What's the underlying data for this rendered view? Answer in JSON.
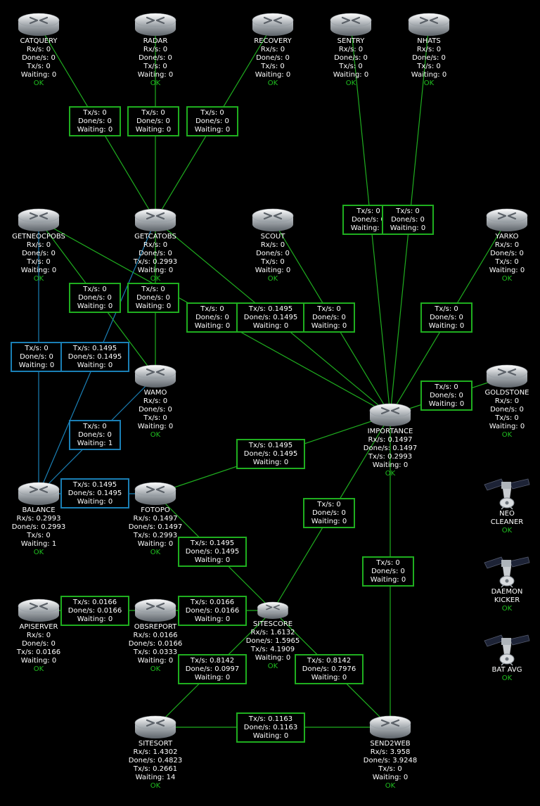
{
  "colors": {
    "link_green": "#1fae1f",
    "link_blue": "#1a7fb5",
    "ok": "#20c020"
  },
  "nodes": [
    {
      "id": "catquery",
      "name": "CATQUERY",
      "lines": [
        "Rx/s: 0",
        "Done/s: 0",
        "Tx/s: 0",
        "Waiting: 0"
      ],
      "status": "OK",
      "icon": "router-icon"
    },
    {
      "id": "radar",
      "name": "RADAR",
      "lines": [
        "Rx/s: 0",
        "Done/s: 0",
        "Tx/s: 0",
        "Waiting: 0"
      ],
      "status": "OK",
      "icon": "router-icon"
    },
    {
      "id": "recovery",
      "name": "RECOVERY",
      "lines": [
        "Rx/s: 0",
        "Done/s: 0",
        "Tx/s: 0",
        "Waiting: 0"
      ],
      "status": "OK",
      "icon": "router-icon"
    },
    {
      "id": "sentry",
      "name": "SENTRY",
      "lines": [
        "Rx/s: 0",
        "Done/s: 0",
        "Tx/s: 0",
        "Waiting: 0"
      ],
      "status": "OK",
      "icon": "router-icon"
    },
    {
      "id": "nhats",
      "name": "NHATS",
      "lines": [
        "Rx/s: 0",
        "Done/s: 0",
        "Tx/s: 0",
        "Waiting: 0"
      ],
      "status": "OK",
      "icon": "router-icon"
    },
    {
      "id": "getneocpobs",
      "name": "GETNEOCPOBS",
      "lines": [
        "Rx/s: 0",
        "Done/s: 0",
        "Tx/s: 0",
        "Waiting: 0"
      ],
      "status": "OK",
      "icon": "router-icon"
    },
    {
      "id": "getcatobs",
      "name": "GETCATOBS",
      "lines": [
        "Rx/s: 0",
        "Done/s: 0",
        "Tx/s: 0.2993",
        "Waiting: 0"
      ],
      "status": "OK",
      "icon": "router-icon"
    },
    {
      "id": "scout",
      "name": "SCOUT",
      "lines": [
        "Rx/s: 0",
        "Done/s: 0",
        "Tx/s: 0",
        "Waiting: 0"
      ],
      "status": "OK",
      "icon": "router-icon"
    },
    {
      "id": "yarko",
      "name": "YARKO",
      "lines": [
        "Rx/s: 0",
        "Done/s: 0",
        "Tx/s: 0",
        "Waiting: 0"
      ],
      "status": "OK",
      "icon": "router-icon"
    },
    {
      "id": "wamo",
      "name": "WAMO",
      "lines": [
        "Rx/s: 0",
        "Done/s: 0",
        "Tx/s: 0",
        "Waiting: 0"
      ],
      "status": "OK",
      "icon": "router-icon"
    },
    {
      "id": "goldstone",
      "name": "GOLDSTONE",
      "lines": [
        "Rx/s: 0",
        "Done/s: 0",
        "Tx/s: 0",
        "Waiting: 0"
      ],
      "status": "OK",
      "icon": "router-icon"
    },
    {
      "id": "importance",
      "name": "IMPORTANCE",
      "lines": [
        "Rx/s: 0.1497",
        "Done/s: 0.1497",
        "Tx/s: 0.2993",
        "Waiting: 0"
      ],
      "status": "OK",
      "icon": "router-icon"
    },
    {
      "id": "balance",
      "name": "BALANCE",
      "lines": [
        "Rx/s: 0.2993",
        "Done/s: 0.2993",
        "Tx/s: 0",
        "Waiting: 1"
      ],
      "status": "OK",
      "icon": "router-icon"
    },
    {
      "id": "fotopo",
      "name": "FOTOPO",
      "lines": [
        "Rx/s: 0.1497",
        "Done/s: 0.1497",
        "Tx/s: 0.2993",
        "Waiting: 0"
      ],
      "status": "OK",
      "icon": "router-icon"
    },
    {
      "id": "neocleaner",
      "name": "NEO\nCLEANER",
      "lines": [],
      "status": "OK",
      "icon": "satellite-icon"
    },
    {
      "id": "daemonkicker",
      "name": "DAEMON\nKICKER",
      "lines": [],
      "status": "OK",
      "icon": "satellite-icon"
    },
    {
      "id": "apiserver",
      "name": "APISERVER",
      "lines": [
        "Rx/s: 0",
        "Done/s: 0",
        "Tx/s: 0.0166",
        "Waiting: 0"
      ],
      "status": "OK",
      "icon": "router-icon"
    },
    {
      "id": "obsreport",
      "name": "OBSREPORT",
      "lines": [
        "Rx/s: 0.0166",
        "Done/s: 0.0166",
        "Tx/s: 0.0333",
        "Waiting: 0"
      ],
      "status": "OK",
      "icon": "router-icon"
    },
    {
      "id": "sitescore",
      "name": "SITESCORE",
      "lines": [
        "Rx/s: 1.6132",
        "Done/s: 1.5965",
        "Tx/s: 4.1909",
        "Waiting: 0"
      ],
      "status": "OK",
      "icon": "router-icon"
    },
    {
      "id": "batavg",
      "name": "BAT AVG",
      "lines": [],
      "status": "OK",
      "icon": "satellite-icon"
    },
    {
      "id": "sitesort",
      "name": "SITESORT",
      "lines": [
        "Rx/s: 1.4302",
        "Done/s: 0.4823",
        "Tx/s: 0.2661",
        "Waiting: 14"
      ],
      "status": "OK",
      "icon": "router-icon"
    },
    {
      "id": "send2web",
      "name": "SEND2WEB",
      "lines": [
        "Rx/s: 3.958",
        "Done/s: 3.9248",
        "Tx/s: 0",
        "Waiting: 0"
      ],
      "status": "OK",
      "icon": "router-icon"
    }
  ],
  "links": [
    {
      "from": "catquery",
      "to": "getcatobs",
      "color": "green",
      "lines": [
        "Tx/s: 0",
        "Done/s: 0",
        "Waiting: 0"
      ]
    },
    {
      "from": "radar",
      "to": "getcatobs",
      "color": "green",
      "lines": [
        "Tx/s: 0",
        "Done/s: 0",
        "Waiting: 0"
      ]
    },
    {
      "from": "recovery",
      "to": "getcatobs",
      "color": "green",
      "lines": [
        "Tx/s: 0",
        "Done/s: 0",
        "Waiting: 0"
      ]
    },
    {
      "from": "sentry",
      "to": "importance",
      "color": "green",
      "lines": [
        "Tx/s: 0",
        "Done/s: 0",
        "Waiting: 0"
      ]
    },
    {
      "from": "nhats",
      "to": "importance",
      "color": "green",
      "lines": [
        "Tx/s: 0",
        "Done/s: 0",
        "Waiting: 0"
      ]
    },
    {
      "from": "getneocpobs",
      "to": "wamo",
      "color": "green",
      "lines": [
        "Tx/s: 0",
        "Done/s: 0",
        "Waiting: 0"
      ]
    },
    {
      "from": "getcatobs",
      "to": "wamo",
      "color": "green",
      "lines": [
        "Tx/s: 0",
        "Done/s: 0",
        "Waiting: 0"
      ]
    },
    {
      "from": "getneocpobs",
      "to": "importance",
      "color": "green",
      "lines": [
        "Tx/s: 0",
        "Done/s: 0",
        "Waiting: 0"
      ]
    },
    {
      "from": "getcatobs",
      "to": "importance",
      "color": "green",
      "lines": [
        "Tx/s: 0.1495",
        "Done/s: 0.1495",
        "Waiting: 0"
      ]
    },
    {
      "from": "scout",
      "to": "importance",
      "color": "green",
      "lines": [
        "Tx/s: 0",
        "Done/s: 0",
        "Waiting: 0"
      ]
    },
    {
      "from": "yarko",
      "to": "importance",
      "color": "green",
      "lines": [
        "Tx/s: 0",
        "Done/s: 0",
        "Waiting: 0"
      ]
    },
    {
      "from": "getneocpobs",
      "to": "balance",
      "color": "blue",
      "lines": [
        "Tx/s: 0",
        "Done/s: 0",
        "Waiting: 0"
      ]
    },
    {
      "from": "getcatobs",
      "to": "balance",
      "color": "blue",
      "lines": [
        "Tx/s: 0.1495",
        "Done/s: 0.1495",
        "Waiting: 0"
      ]
    },
    {
      "from": "goldstone",
      "to": "importance",
      "color": "green",
      "lines": [
        "Tx/s: 0",
        "Done/s: 0",
        "Waiting: 0"
      ]
    },
    {
      "from": "wamo",
      "to": "balance",
      "color": "blue",
      "lines": [
        "Tx/s: 0",
        "Done/s: 0",
        "Waiting: 1"
      ]
    },
    {
      "from": "fotopo",
      "to": "importance",
      "color": "green",
      "lines": [
        "Tx/s: 0.1495",
        "Done/s: 0.1495",
        "Waiting: 0"
      ]
    },
    {
      "from": "balance",
      "to": "fotopo",
      "color": "blue",
      "lines": [
        "Tx/s: 0.1495",
        "Done/s: 0.1495",
        "Waiting: 0"
      ]
    },
    {
      "from": "sitescore",
      "to": "importance",
      "color": "green",
      "lines": [
        "Tx/s: 0",
        "Done/s: 0",
        "Waiting: 0"
      ]
    },
    {
      "from": "fotopo",
      "to": "sitescore",
      "color": "green",
      "lines": [
        "Tx/s: 0.1495",
        "Done/s: 0.1495",
        "Waiting: 0"
      ]
    },
    {
      "from": "importance",
      "to": "send2web",
      "color": "green",
      "lines": [
        "Tx/s: 0",
        "Done/s: 0",
        "Waiting: 0"
      ]
    },
    {
      "from": "apiserver",
      "to": "obsreport",
      "color": "green",
      "lines": [
        "Tx/s: 0.0166",
        "Done/s: 0.0166",
        "Waiting: 0"
      ]
    },
    {
      "from": "obsreport",
      "to": "sitescore",
      "color": "green",
      "lines": [
        "Tx/s: 0.0166",
        "Done/s: 0.0166",
        "Waiting: 0"
      ]
    },
    {
      "from": "sitescore",
      "to": "sitesort",
      "color": "green",
      "lines": [
        "Tx/s: 0.8142",
        "Done/s: 0.0997",
        "Waiting: 0"
      ]
    },
    {
      "from": "sitescore",
      "to": "send2web",
      "color": "green",
      "lines": [
        "Tx/s: 0.8142",
        "Done/s: 0.7976",
        "Waiting: 0"
      ]
    },
    {
      "from": "sitesort",
      "to": "send2web",
      "color": "green",
      "lines": [
        "Tx/s: 0.1163",
        "Done/s: 0.1163",
        "Waiting: 0"
      ]
    }
  ]
}
